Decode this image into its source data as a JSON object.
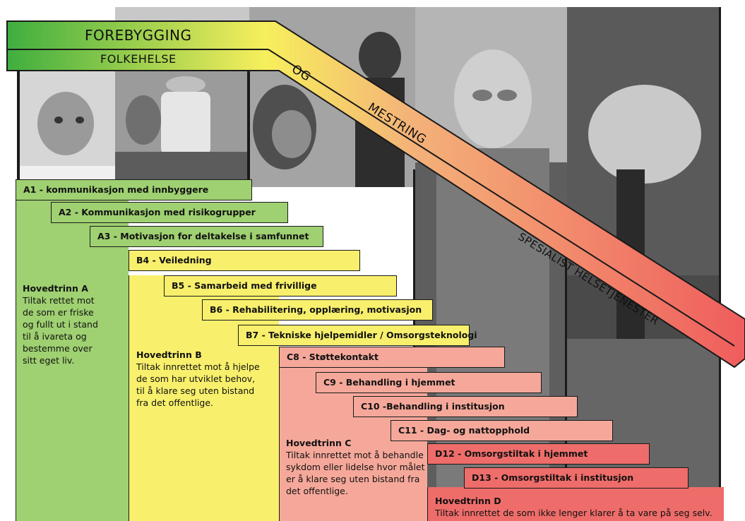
{
  "band": {
    "forebygging": "FOREBYGGING",
    "folkehelse": "FOLKEHELSE",
    "og": "OG",
    "mestring": "MESTRING",
    "spesialist": "SPESIALIST HELSETJENESTER"
  },
  "steps": [
    {
      "label": "A1 - kommunikasjon med innbyggere"
    },
    {
      "label": "A2 - Kommunikasjon med risikogrupper"
    },
    {
      "label": "A3 - Motivasjon for deltakelse i samfunnet"
    },
    {
      "label": "B4 - Veiledning"
    },
    {
      "label": "B5 - Samarbeid med frivillige"
    },
    {
      "label": "B6 - Rehabilitering, opplæring, motivasjon"
    },
    {
      "label": "B7 - Tekniske hjelpemidler / Omsorgsteknologi"
    },
    {
      "label": "C8 - Støttekontakt"
    },
    {
      "label": "C9 - Behandling i hjemmet"
    },
    {
      "label": "C10 -Behandling i institusjon"
    },
    {
      "label": "C11 - Dag- og nattopphold"
    },
    {
      "label": "D12 - Omsorgstiltak i hjemmet"
    },
    {
      "label": "D13 - Omsorgstiltak i institusjon"
    }
  ],
  "trinn": {
    "a": {
      "title": "Hovedtrinn A",
      "text": "Tiltak rettet mot de som er friske og fullt ut i stand til å ivareta og bestemme over sitt eget liv."
    },
    "b": {
      "title": "Hovedtrinn B",
      "text": "Tiltak innrettet mot å hjelpe de som har utviklet behov, til å klare seg uten bistand fra det offentlige."
    },
    "c": {
      "title": "Hovedtrinn C",
      "text": "Tiltak innrettet mot å behandle sykdom eller lidelse hvor målet er å klare seg uten bistand fra det offentlige."
    },
    "d": {
      "title": "Hovedtrinn D",
      "text": "Tiltak innrettet de som ikke lenger klarer å ta vare på seg selv."
    }
  },
  "colors": {
    "green": "#9fd071",
    "yellow": "#f8f06c",
    "salmon": "#f5a89a",
    "red": "#ee6d6a",
    "band_start": "#3fae3f",
    "band_mid": "#f7ef5c",
    "band_end": "#ef5d5d"
  }
}
